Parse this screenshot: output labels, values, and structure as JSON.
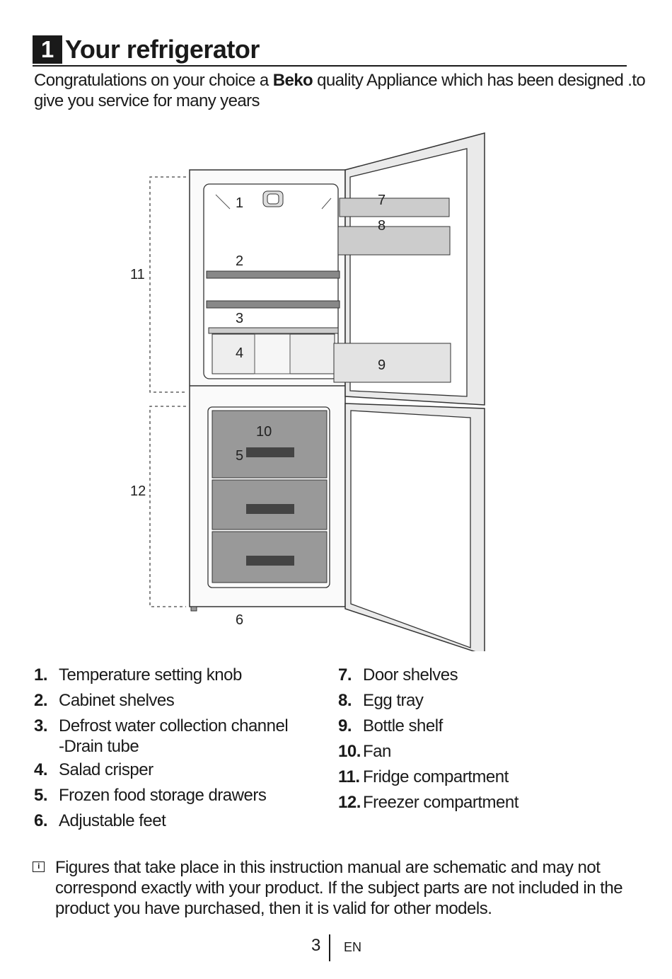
{
  "section": {
    "number": "1",
    "title": "Your refrigerator"
  },
  "intro": {
    "before": "Congratulations on your choice a ",
    "brand": "Beko",
    "after": " quality Appliance which has been designed .to give you service for many years"
  },
  "figure_labels": [
    "1",
    "2",
    "3",
    "4",
    "5",
    "6",
    "7",
    "8",
    "9",
    "10",
    "11",
    "12"
  ],
  "parts_left": [
    {
      "num": "1.",
      "label": "Temperature setting knob"
    },
    {
      "num": "2.",
      "label": "Cabinet shelves"
    },
    {
      "num": "3.",
      "label": "Defrost water collection channel",
      "label2": "-Drain tube"
    },
    {
      "num": "4.",
      "label": "Salad crisper"
    },
    {
      "num": "5.",
      "label": "Frozen food storage drawers"
    },
    {
      "num": "6.",
      "label": "Adjustable feet"
    }
  ],
  "parts_right": [
    {
      "num": "7.",
      "label": "Door shelves"
    },
    {
      "num": "8.",
      "label": "Egg tray"
    },
    {
      "num": "9.",
      "label": "Bottle shelf"
    },
    {
      "num": "10.",
      "label": "Fan"
    },
    {
      "num": "11.",
      "label": "Fridge compartment"
    },
    {
      "num": "12.",
      "label": "Freezer compartment"
    }
  ],
  "note": {
    "icon": "info-icon",
    "text": "Figures that take place in this instruction manual are schematic and may not correspond exactly with your product. If the subject parts are not included in the product you have purchased, then it is valid for other models."
  },
  "footer": {
    "page": "3",
    "language": "EN"
  }
}
